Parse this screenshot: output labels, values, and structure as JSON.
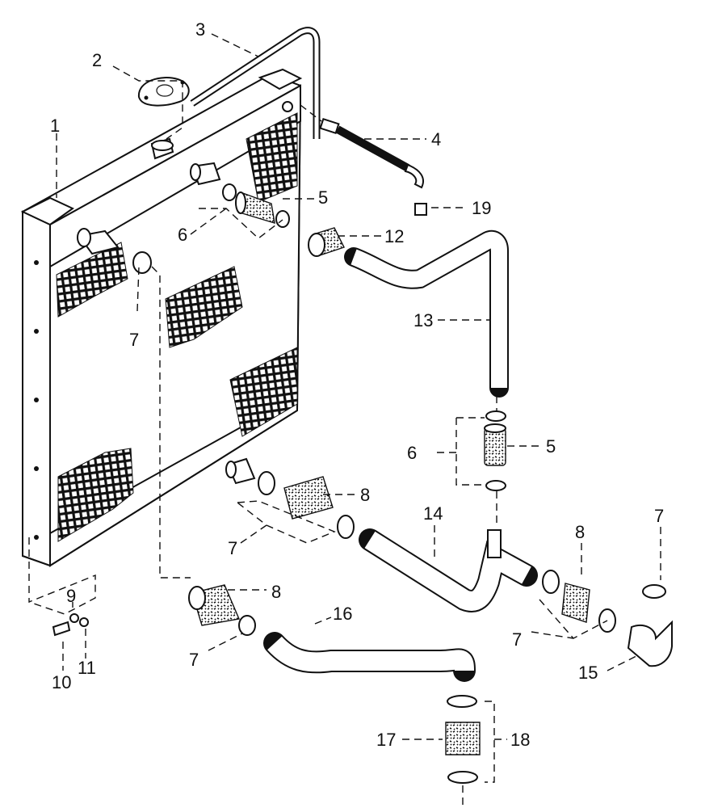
{
  "labels": {
    "p1": "1",
    "p2": "2",
    "p3": "3",
    "p4": "4",
    "p5a": "5",
    "p5b": "5",
    "p6a": "6",
    "p6b": "6",
    "p7a": "7",
    "p7b": "7",
    "p7c": "7",
    "p7d": "7",
    "p7e": "7",
    "p8a": "8",
    "p8b": "8",
    "p8c": "8",
    "p9": "9",
    "p10": "10",
    "p11": "11",
    "p12": "12",
    "p13": "13",
    "p14": "14",
    "p15": "15",
    "p16": "16",
    "p17": "17",
    "p18": "18",
    "p19": "19"
  }
}
